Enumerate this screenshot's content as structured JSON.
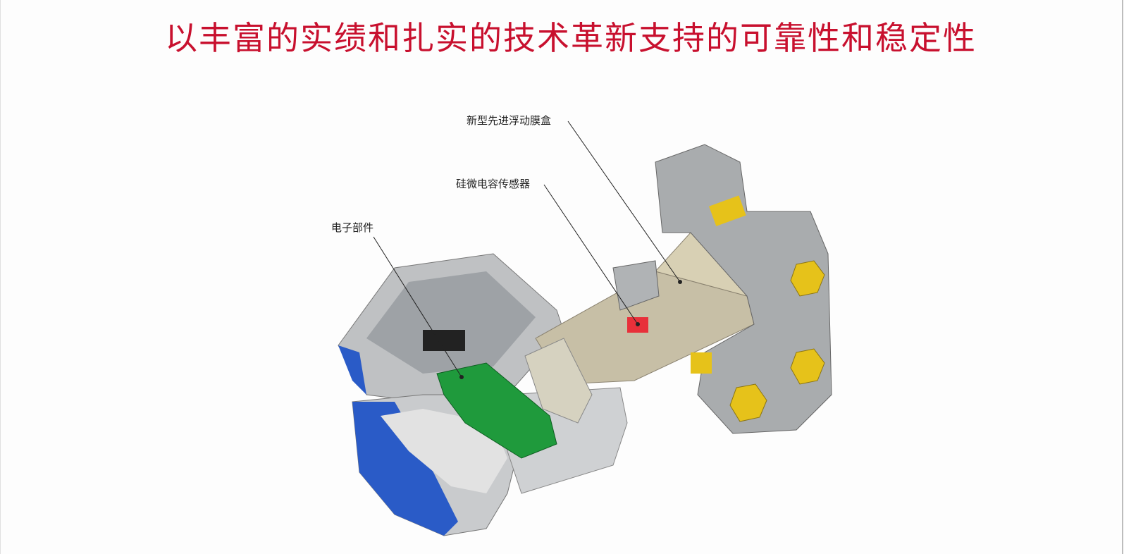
{
  "title": "以丰富的实绩和扎实的技术革新支持的可靠性和稳定性",
  "callouts": {
    "diaphragm": "新型先进浮动膜盒",
    "sensor": "硅微电容传感器",
    "electronics": "电子部件"
  },
  "colors": {
    "title": "#c8102e",
    "housing_blue": "#2a5bc7",
    "pcb_green": "#1f9a3c",
    "bolt_yellow": "#e6c21a",
    "sensor_red": "#e8303a"
  }
}
